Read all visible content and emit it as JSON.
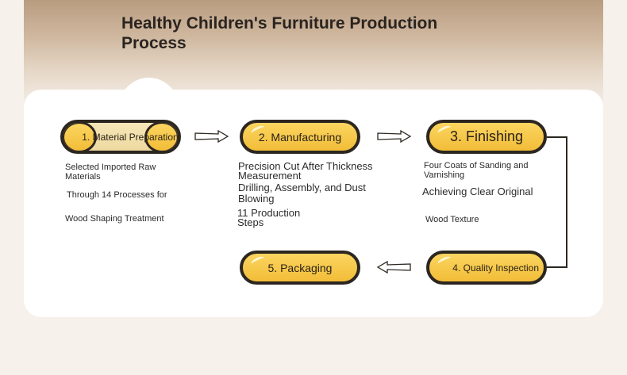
{
  "title": "Healthy Children's Furniture Production Process",
  "steps": [
    {
      "label": "1. Material Preparation",
      "desc": [
        "Selected Imported Raw Materials",
        "Through 14 Processes for",
        "Wood Shaping Treatment"
      ]
    },
    {
      "label": "2. Manufacturing",
      "desc": [
        "Precision Cut After Thickness Measurement",
        "Drilling, Assembly, and Dust Blowing",
        "11 Production Steps"
      ]
    },
    {
      "label": "3. Finishing",
      "desc": [
        "Four Coats of Sanding and Varnishing",
        "Achieving Clear Original",
        "Wood Texture"
      ]
    },
    {
      "label": "4. Quality Inspection"
    },
    {
      "label": "5. Packaging"
    }
  ],
  "colors": {
    "pill": "#f7c843",
    "outline": "#2c2620",
    "background": "#f6f1eb"
  }
}
